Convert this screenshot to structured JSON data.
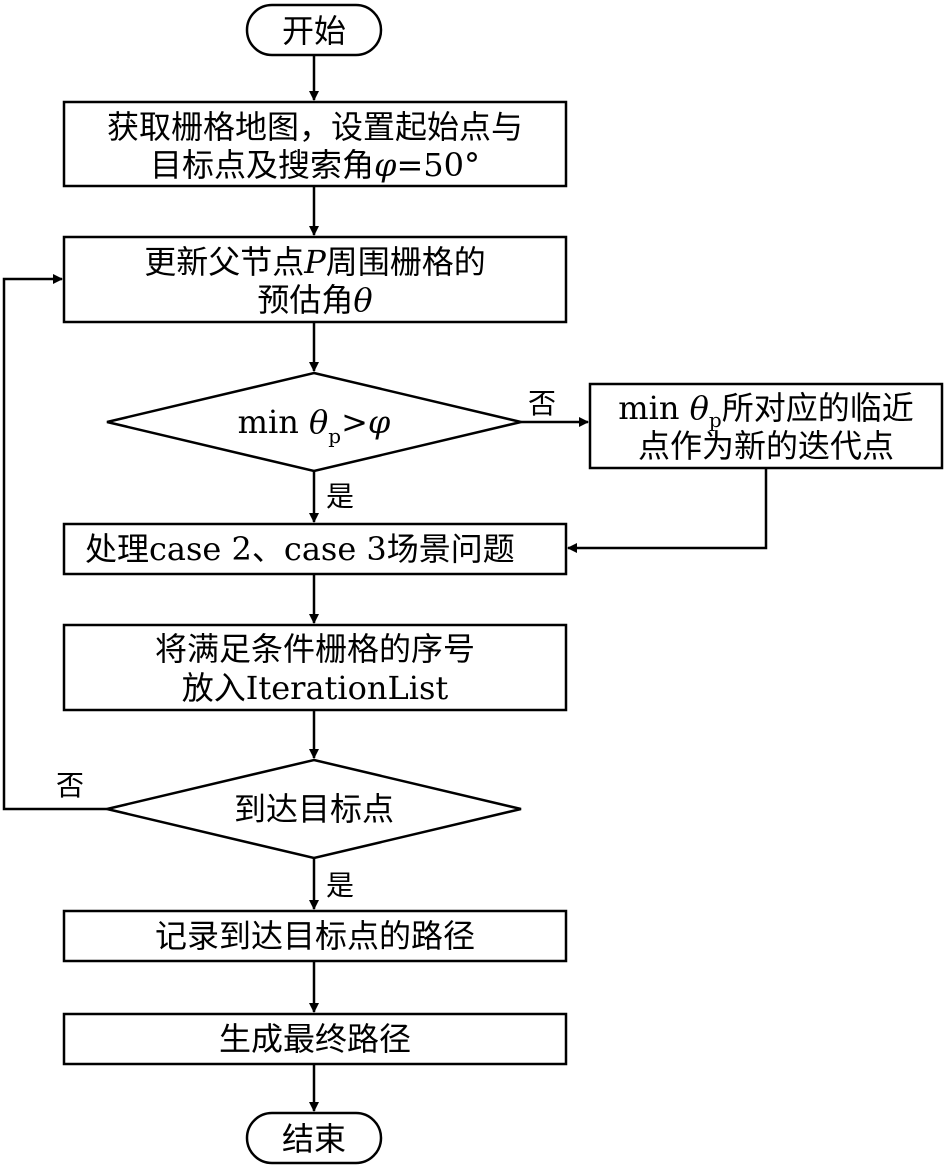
{
  "nodes": {
    "start": "开始",
    "get_map": {
      "line1": "获取栅格地图，设置起始点与",
      "line2_prefix": "目标点及搜索角",
      "line2_var": "φ",
      "line2_suffix": "=50°"
    },
    "update": {
      "line1_prefix": "更新父节点",
      "line1_var": "P",
      "line1_suffix": "周围栅格的",
      "line2_prefix": "预估角",
      "line2_var": "θ"
    },
    "decision1": {
      "prefix": "min ",
      "var": "θ",
      "sub": "p",
      "op": ">",
      "var2": "φ"
    },
    "side": {
      "line1_prefix": "min ",
      "line1_var": "θ",
      "line1_sub": "p",
      "line1_suffix": "所对应的临近",
      "line2": "点作为新的迭代点"
    },
    "process_case": "处理case 2、case 3场景问题",
    "put_list": {
      "line1": "将满足条件栅格的序号",
      "line2": "放入IterationList"
    },
    "decision2": "到达目标点",
    "record": "记录到达目标点的路径",
    "generate": "生成最终路径",
    "end": "结束"
  },
  "edges": {
    "d1_no": "否",
    "d1_yes": "是",
    "d2_no": "否",
    "d2_yes": "是"
  }
}
